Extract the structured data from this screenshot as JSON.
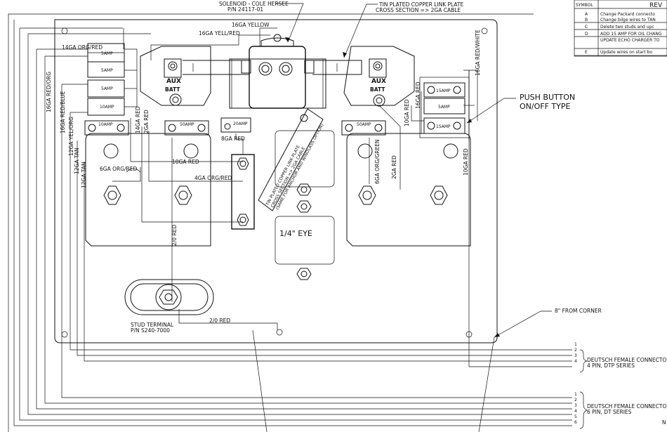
{
  "revision_table": {
    "header_symbol": "SYMBOL",
    "header_rev": "REV",
    "rows": [
      {
        "symbol": "A",
        "text": "Change Packard connecto"
      },
      {
        "symbol": "B",
        "text": "Change bilge wires to TAN"
      },
      {
        "symbol": "C",
        "text": "Delete two studs and upc"
      },
      {
        "symbol": "D",
        "text": "ADD 15 AMP FOR OIL CHANG"
      },
      {
        "symbol": "",
        "text": "UPDATE ECHO CHARGER TO"
      },
      {
        "symbol": "E",
        "text": "Update wires on start bo"
      }
    ]
  },
  "callouts": {
    "solenoid_line1": "SOLENOID - COLE HERSEE",
    "solenoid_line2": "P/N 24117-01",
    "link_plate_line1": "TIN PLATED COPPER LINK PLATE",
    "link_plate_line2": "CROSS SECTION => 2GA CABLE",
    "push_button_line1": "PUSH BUTTON",
    "push_button_line2": "ON/OFF TYPE",
    "corner": "8\" FROM CORNER",
    "eye": "1/4\" EYE",
    "stud_line1": "STUD TERMINAL",
    "stud_line2": "P/N S240-7000",
    "connector1_line1": "DEUTSCH FEMALE CONNECTOR",
    "connector1_line2": "4 PIN, DTP SERIES",
    "connector2_line1": "DEUTSCH FEMALE CONNECTOR",
    "connector2_line2": "6 PIN, DT SERIES",
    "plate_text_line1": "TIN PLATED COPPER LINK PLATE",
    "plate_text_line2": "CROSS SECTION => 2GA CABLE",
    "plate_text_line3": "(SAME FOR ANCHOR AND WINDLASS OPTION)",
    "edge_letter": "N"
  },
  "wires": {
    "w16ga_yellow": "16GA YELLOW",
    "w16ga_yell_red": "16GA YELL/RED",
    "w14ga_org_red": "14GA ORG/RED",
    "w16ga_red_org": "16GA RED/ORG",
    "w16ga_red_blue": "16GA RED/BLUE",
    "w12ga_yel_org": "12GA YEL/ORG",
    "w12ga_tan_a": "12GA TAN",
    "w12ga_tan_b": "12GA TAN",
    "w14ga_red": "14GA RED",
    "w2ga_red_left": "2GA RED",
    "w8ga_red": "8GA RED",
    "w10ga_red": "10GA RED",
    "w4ga_org_red": "4GA ORG/RED",
    "w6ga_org_red": "6GA ORG/RED",
    "w2_0_red_vert": "2/0 RED",
    "w2_0_red_horiz": "2/0 RED",
    "w6ga_org_green": "6GA ORG/GREEN",
    "w2ga_red_right": "2GA RED",
    "w10ga_red_right": "10GA RED",
    "w16ga_red": "16GA RED",
    "w10ga_red_far": "10GA RED",
    "w16ga_red_white": "16GA RED/WHITE"
  },
  "fuses": {
    "f5a_1": "5AMP",
    "f5a_2": "5AMP",
    "f5a_3": "5AMP",
    "f10a_1": "10AMP",
    "f10a_2": "10AMP",
    "f50a_1": "50AMP",
    "f20a": "20AMP",
    "f50a_2": "50AMP",
    "f15a_1": "15AMP",
    "f5a_4": "5AMP",
    "f15a_2": "15AMP"
  },
  "batteries": {
    "left_aux": "AUX",
    "left_batt": "BATT",
    "right_aux": "AUX",
    "right_batt": "BATT"
  },
  "pins_connector1": [
    "1",
    "2",
    "3",
    "4"
  ],
  "pins_connector2": [
    "1",
    "2",
    "3",
    "4",
    "5",
    "6"
  ]
}
